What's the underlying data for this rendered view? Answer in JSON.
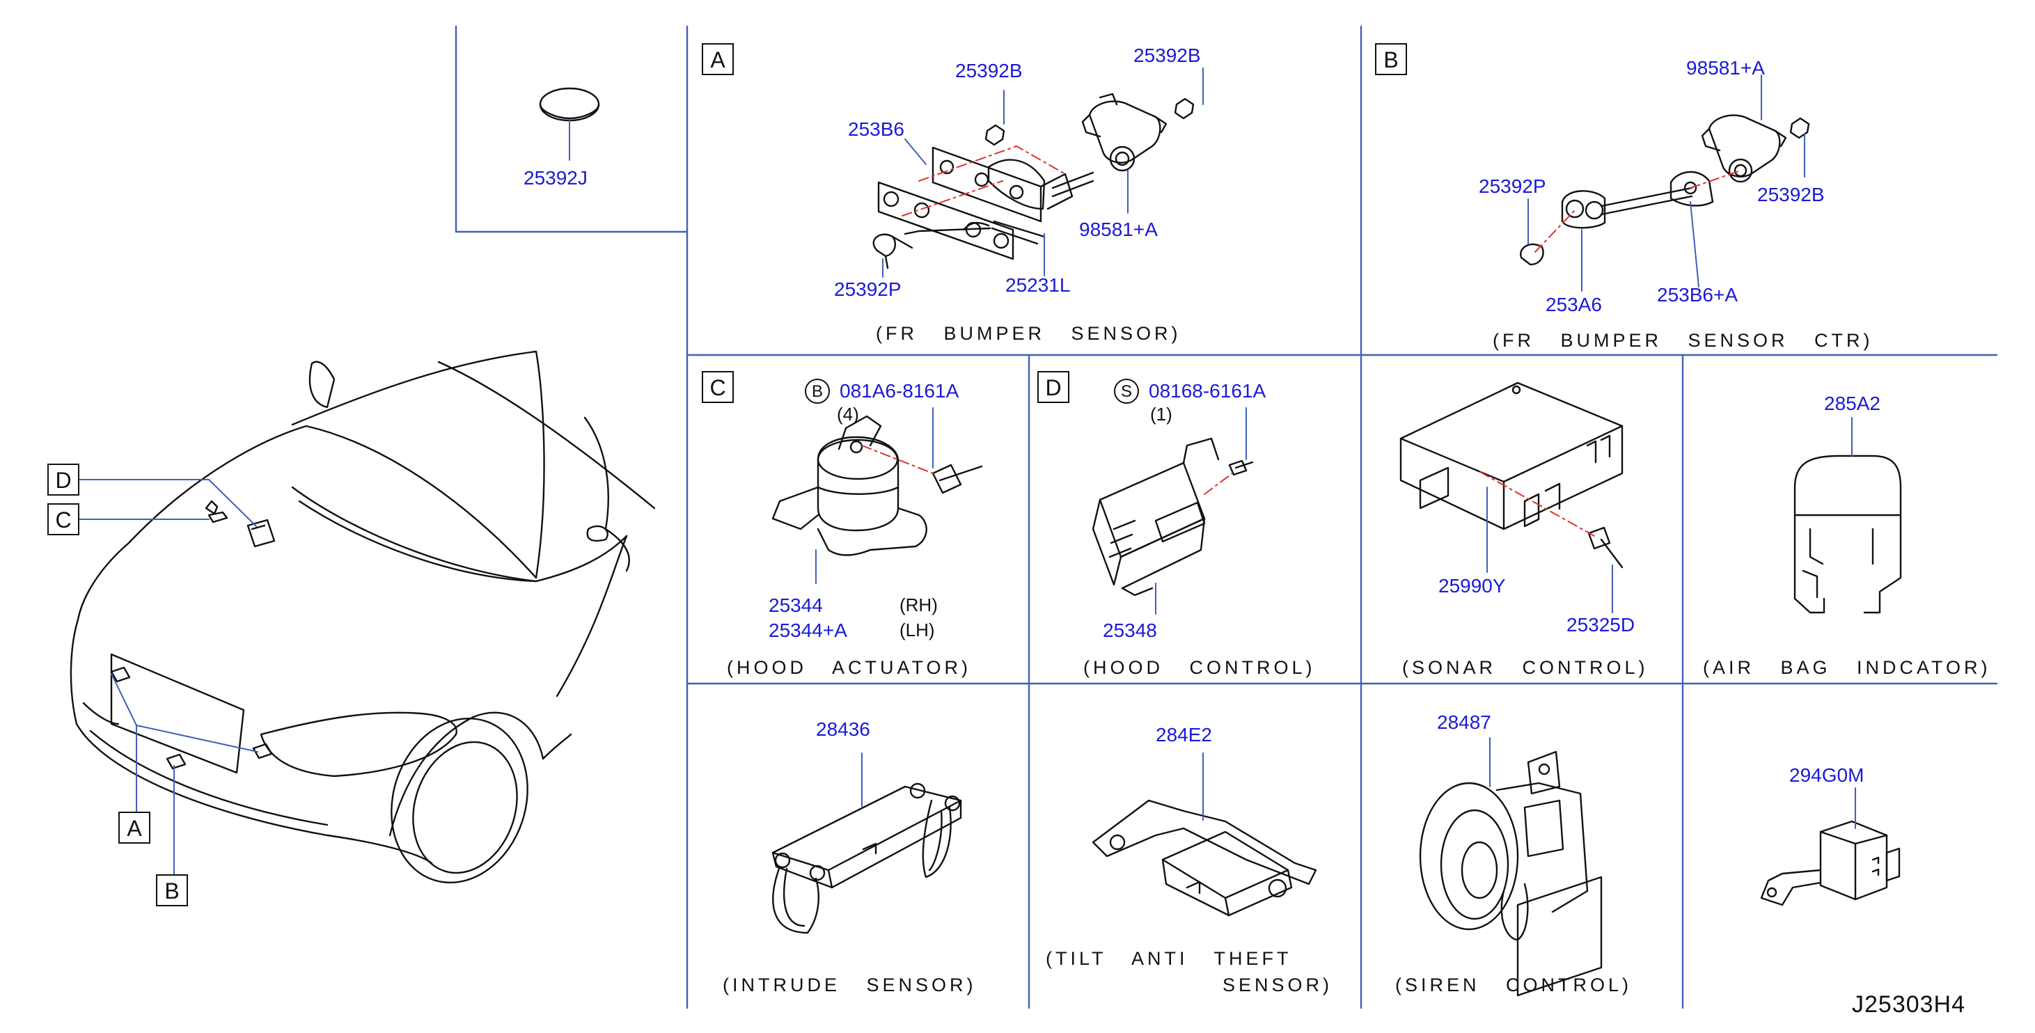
{
  "diagram_code": "J25303H4",
  "colors": {
    "part_number": "#1a1ad6",
    "line": "#4060b8",
    "ink": "#111111",
    "center_line": "#e03030"
  },
  "vehicle_callouts": [
    "D",
    "C",
    "A",
    "B"
  ],
  "panels": {
    "top_left": {
      "parts": [
        "25392J"
      ]
    },
    "A": {
      "label": "A",
      "caption": "(FR   BUMPER   SENSOR)",
      "parts": [
        "25392B",
        "25392B",
        "253B6",
        "98581+A",
        "25392P",
        "25231L"
      ]
    },
    "B": {
      "label": "B",
      "caption": "(FR   BUMPER   SENSOR   CTR)",
      "parts": [
        "98581+A",
        "25392P",
        "25392B",
        "253A6",
        "253B6+A"
      ]
    },
    "C": {
      "label": "C",
      "caption": "(HOOD   ACTUATOR)",
      "bolt_marker": "B",
      "bolt_part": "081A6-8161A",
      "bolt_qty": "(4)",
      "parts": [
        "25344",
        "25344+A"
      ],
      "sides": [
        "(RH)",
        "(LH)"
      ]
    },
    "D": {
      "label": "D",
      "caption": "(HOOD   CONTROL)",
      "bolt_marker": "S",
      "bolt_part": "08168-6161A",
      "bolt_qty": "(1)",
      "parts": [
        "25348"
      ]
    },
    "sonar": {
      "caption": "(SONAR   CONTROL)",
      "parts": [
        "25990Y",
        "25325D"
      ]
    },
    "airbag": {
      "caption": "(AIR   BAG   INDCATOR)",
      "parts": [
        "285A2"
      ]
    },
    "intrude": {
      "caption": "(INTRUDE   SENSOR)",
      "parts": [
        "28436"
      ]
    },
    "tilt": {
      "caption_line1": "(TILT   ANTI   THEFT",
      "caption_line2": "SENSOR)",
      "parts": [
        "284E2"
      ]
    },
    "siren": {
      "caption": "(SIREN   CONTROL)",
      "parts": [
        "28487"
      ]
    },
    "misc": {
      "parts": [
        "294G0M"
      ]
    }
  }
}
